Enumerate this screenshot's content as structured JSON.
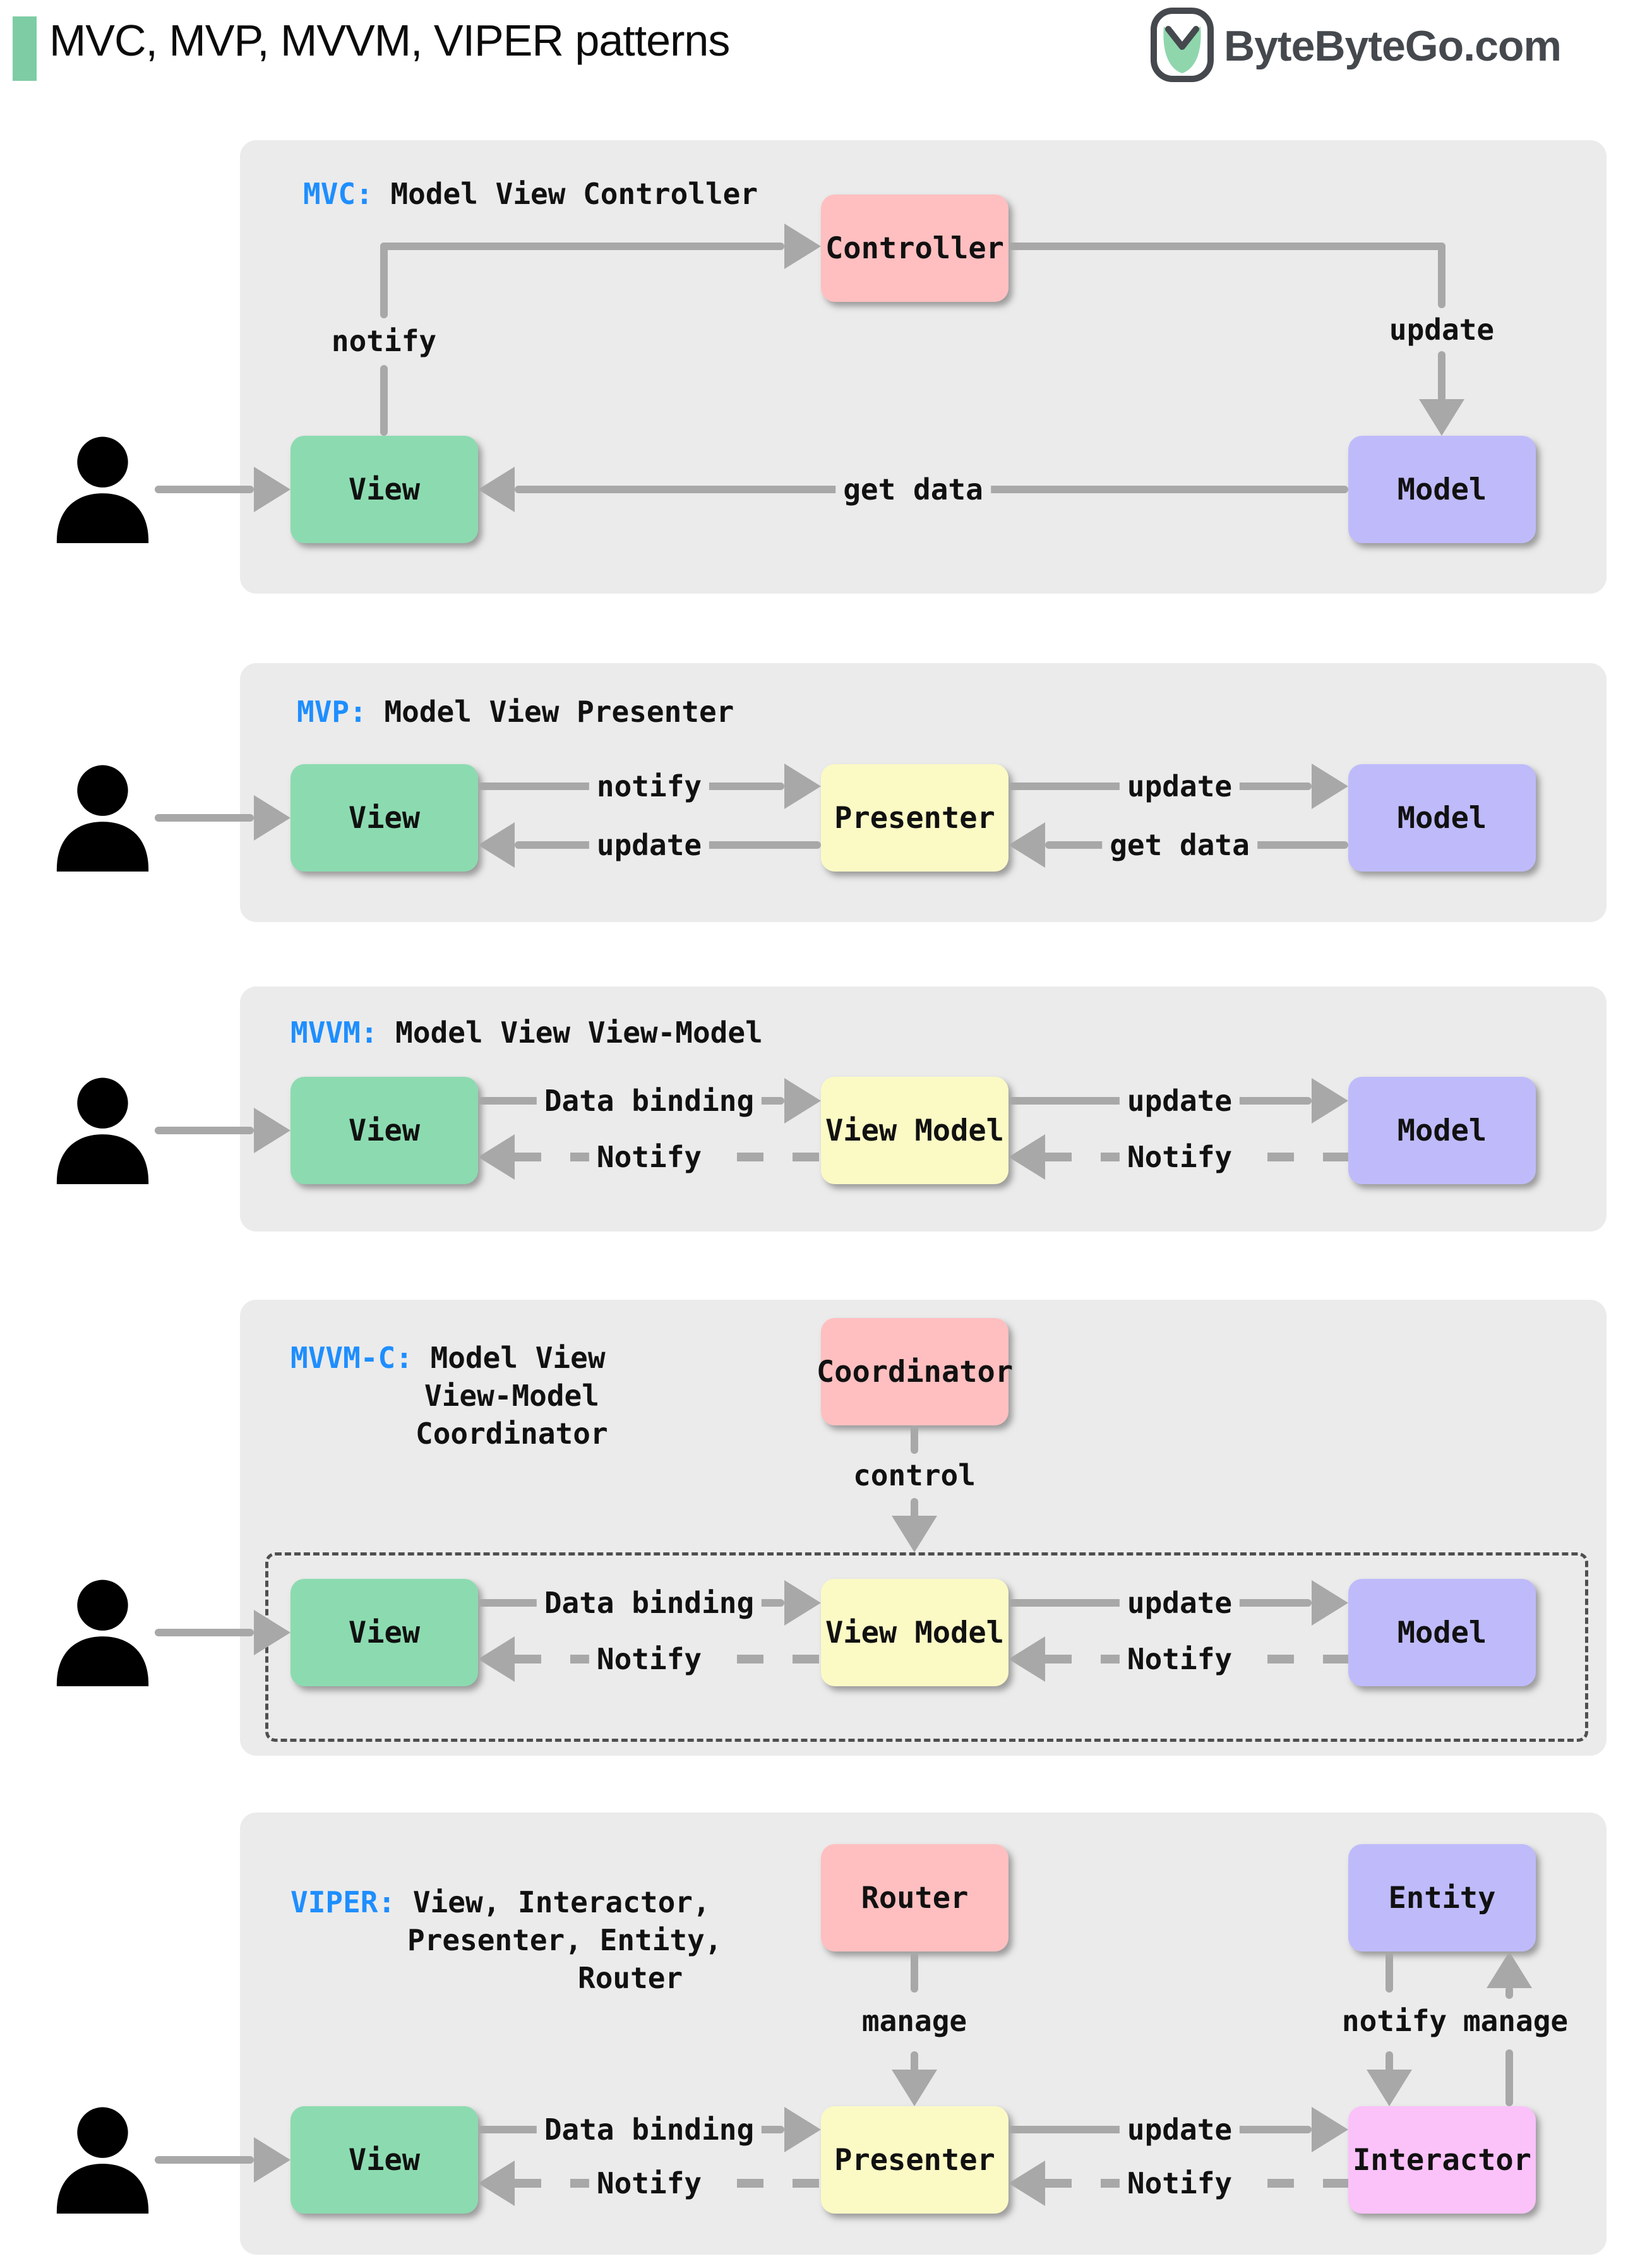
{
  "header": {
    "title": "MVC, MVP, MVVM, VIPER patterns",
    "logo": "ByteByteGo.com"
  },
  "colors": {
    "panel": "#EBEBEB",
    "view_green": "#8CDBB0",
    "pink": "#FFBFC0",
    "yellow": "#FBFAC5",
    "purple": "#BFBBFB",
    "magenta": "#FAC2F9",
    "arrow_gray": "#A8A8A8",
    "abbr_blue": "#1E8EFF",
    "accent_green": "#7ECCA4"
  },
  "mvc": {
    "abbr": "MVC:",
    "title": " Model View Controller",
    "controller": "Controller",
    "view": "View",
    "model": "Model",
    "notify": "notify",
    "update": "update",
    "get_data": "get data"
  },
  "mvp": {
    "abbr": "MVP:",
    "title": " Model View Presenter",
    "view": "View",
    "presenter": "Presenter",
    "model": "Model",
    "notify": "notify",
    "update_to_model": "update",
    "update_to_view": "update",
    "get_data": "get data"
  },
  "mvvm": {
    "abbr": "MVVM:",
    "title": " Model View View-Model",
    "view": "View",
    "view_model": "View Model",
    "model": "Model",
    "data_binding": "Data binding",
    "update": "update",
    "notify_view": "Notify",
    "notify_view_model": "Notify"
  },
  "mvvmc": {
    "abbr": "MVVM-C:",
    "title_line1": " Model View",
    "title_line2": "View-Model",
    "title_line3": "Coordinator",
    "coordinator": "Coordinator",
    "control": "control",
    "view": "View",
    "view_model": "View Model",
    "model": "Model",
    "data_binding": "Data binding",
    "update": "update",
    "notify_view": "Notify",
    "notify_view_model": "Notify"
  },
  "viper": {
    "abbr": "VIPER:",
    "title_line1": " View, Interactor,",
    "title_line2": "Presenter, Entity,",
    "title_line3": "Router",
    "router": "Router",
    "entity": "Entity",
    "view": "View",
    "presenter": "Presenter",
    "interactor": "Interactor",
    "manage_router": "manage",
    "notify_entity": "notify",
    "manage_entity": "manage",
    "data_binding": "Data binding",
    "update": "update",
    "notify_view": "Notify",
    "notify_presenter": "Notify"
  }
}
